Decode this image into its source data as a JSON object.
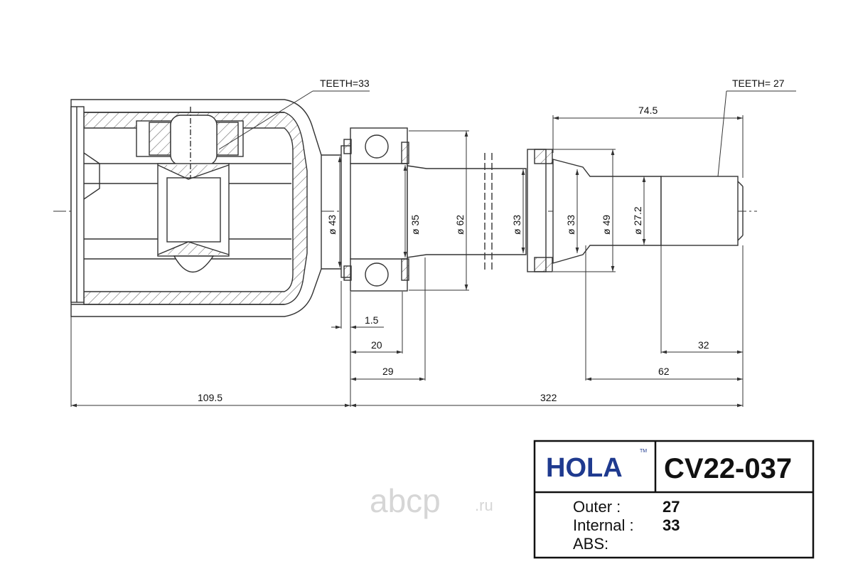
{
  "annotations": {
    "teeth_inner": "TEETH=33",
    "teeth_outer": "TEETH= 27"
  },
  "dimensions": {
    "d_74_5": "74.5",
    "d_1_5": "1.5",
    "d_20": "20",
    "d_29": "29",
    "d_109_5": "109.5",
    "d_322": "322",
    "d_32": "32",
    "d_62": "62"
  },
  "diameters": {
    "d43": "43",
    "d35": "35",
    "d62": "62",
    "d33a": "33",
    "d33b": "33",
    "d49": "49",
    "d27_2": "27.2"
  },
  "title_block": {
    "brand": "HOLA",
    "trademark": "TM",
    "part_number": "CV22-037",
    "rows": [
      {
        "label": "Outer :",
        "value": "27"
      },
      {
        "label": "Internal :",
        "value": "33"
      },
      {
        "label": "ABS:",
        "value": ""
      }
    ]
  },
  "watermark": {
    "main": "abcp",
    "suffix": ".ru"
  },
  "colors": {
    "line": "#333333",
    "brand": "#1f3a8f",
    "watermark": "#d6d6d6",
    "hatch": "#555555"
  }
}
